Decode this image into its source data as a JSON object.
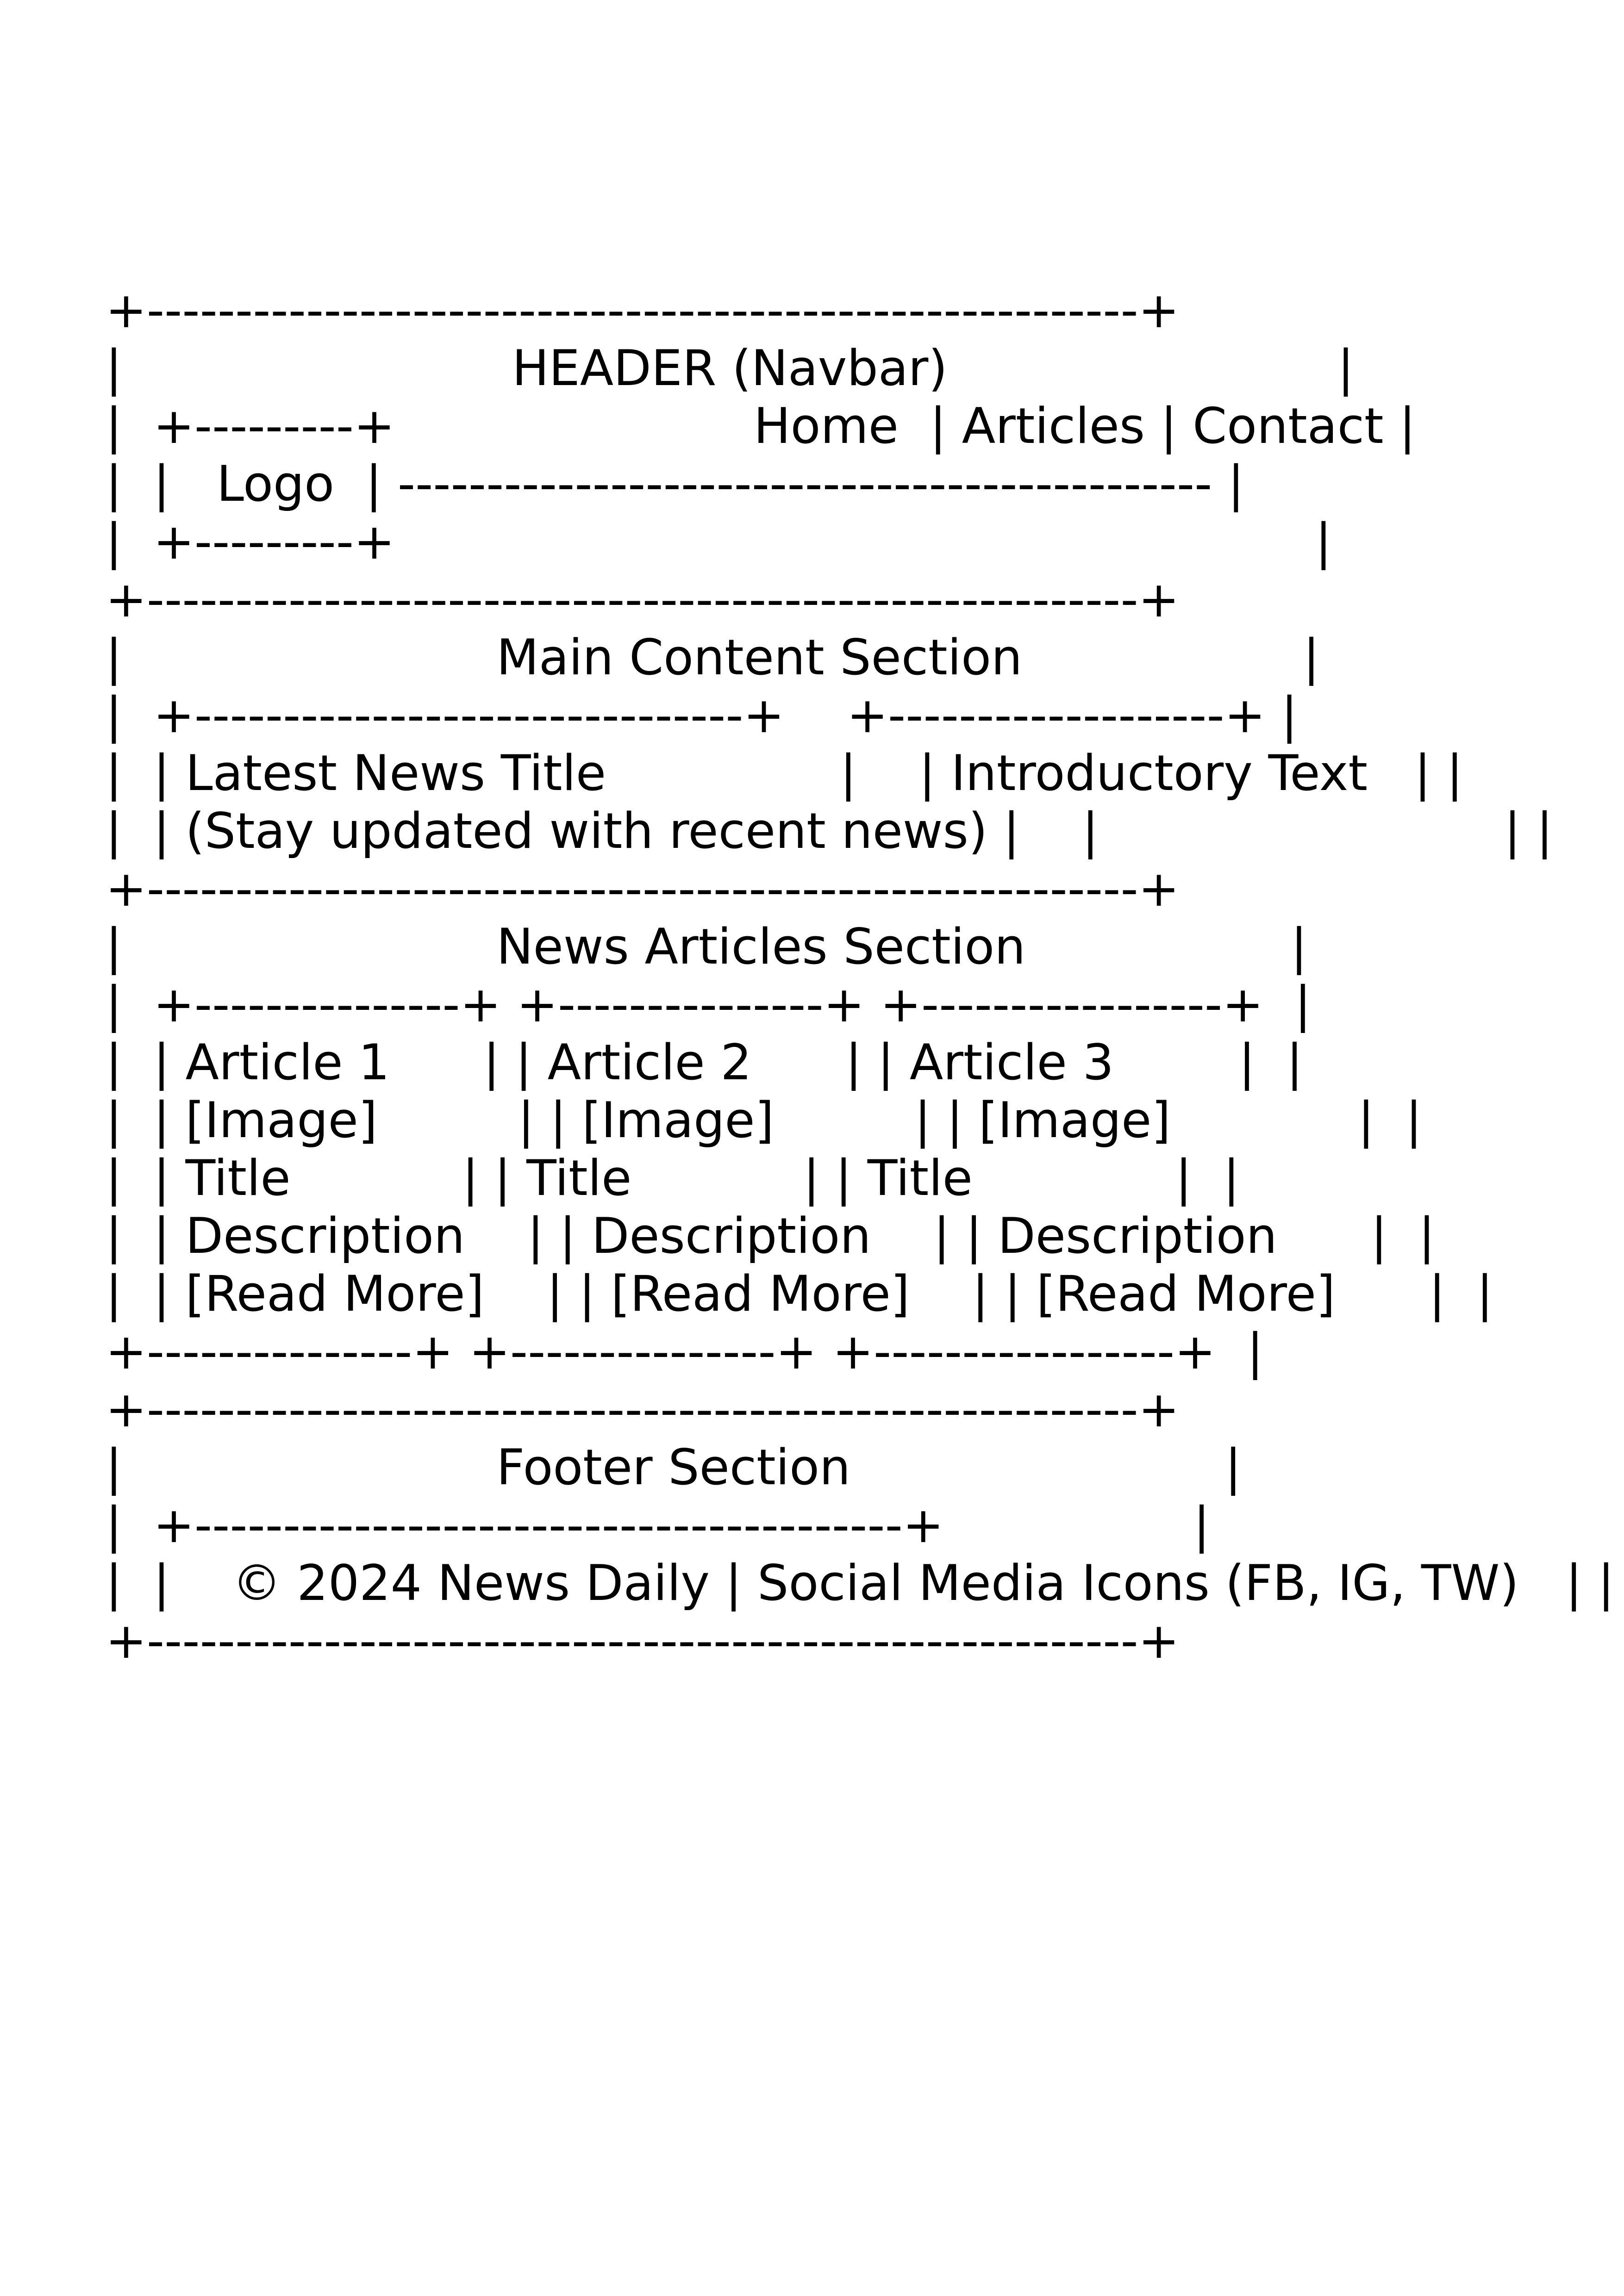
{
  "diagram": {
    "lines": [
      "+--------------------------------------------------------+",
      "|                         HEADER (Navbar)                         |",
      "|  +---------+                       Home  | Articles | Contact |",
      "|  |   Logo  | ---------------------------------------------- |",
      "|  +---------+                                                           |",
      "+--------------------------------------------------------+",
      "|                        Main Content Section                  |",
      "|  +-------------------------------+    +-------------------+ |",
      "|  | Latest News Title               |    | Introductory Text   | |",
      "|  | (Stay updated with recent news) |    |                          | |",
      "+--------------------------------------------------------+",
      "|                        News Articles Section                 |",
      "|  +---------------+ +---------------+ +-----------------+  |",
      "|  | Article 1      | | Article 2      | | Article 3        |  |",
      "|  | [Image]         | | [Image]         | | [Image]            |  |",
      "|  | Title           | | Title           | | Title             |  |",
      "|  | Description    | | Description    | | Description      |  |",
      "|  | [Read More]    | | [Read More]    | | [Read More]      |  |",
      "+---------------+ +---------------+ +-----------------+  |",
      "+--------------------------------------------------------+",
      "|                        Footer Section                        |",
      "|  +----------------------------------------+                |",
      "|  |    © 2024 News Daily | Social Media Icons (FB, IG, TW)   | |",
      "+--------------------------------------------------------+"
    ]
  }
}
